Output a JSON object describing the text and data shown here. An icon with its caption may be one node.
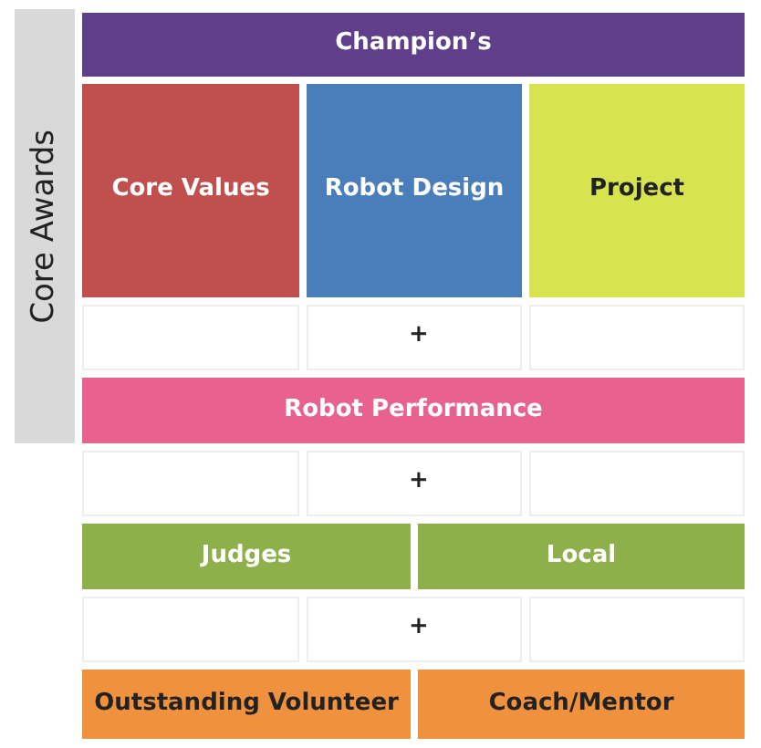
{
  "diagram": {
    "nodes": [
      {
        "text": [
          "Core Awards"
        ]
      },
      {
        "text": [
          "Champion’s"
        ]
      },
      {
        "text": [
          "Core Values"
        ]
      },
      {
        "text": [
          "Robot Design"
        ]
      },
      {
        "text": [
          "Project"
        ]
      },
      {
        "text": [
          "Robot Performance"
        ]
      },
      {
        "text": [
          "Judges"
        ]
      },
      {
        "text": [
          "Local"
        ]
      },
      {
        "text": [
          "Outstanding Volunteer"
        ]
      },
      {
        "text": [
          "Coach/Mentor"
        ]
      }
    ],
    "edges": [],
    "labels": [
      "+",
      "+",
      "+"
    ]
  }
}
